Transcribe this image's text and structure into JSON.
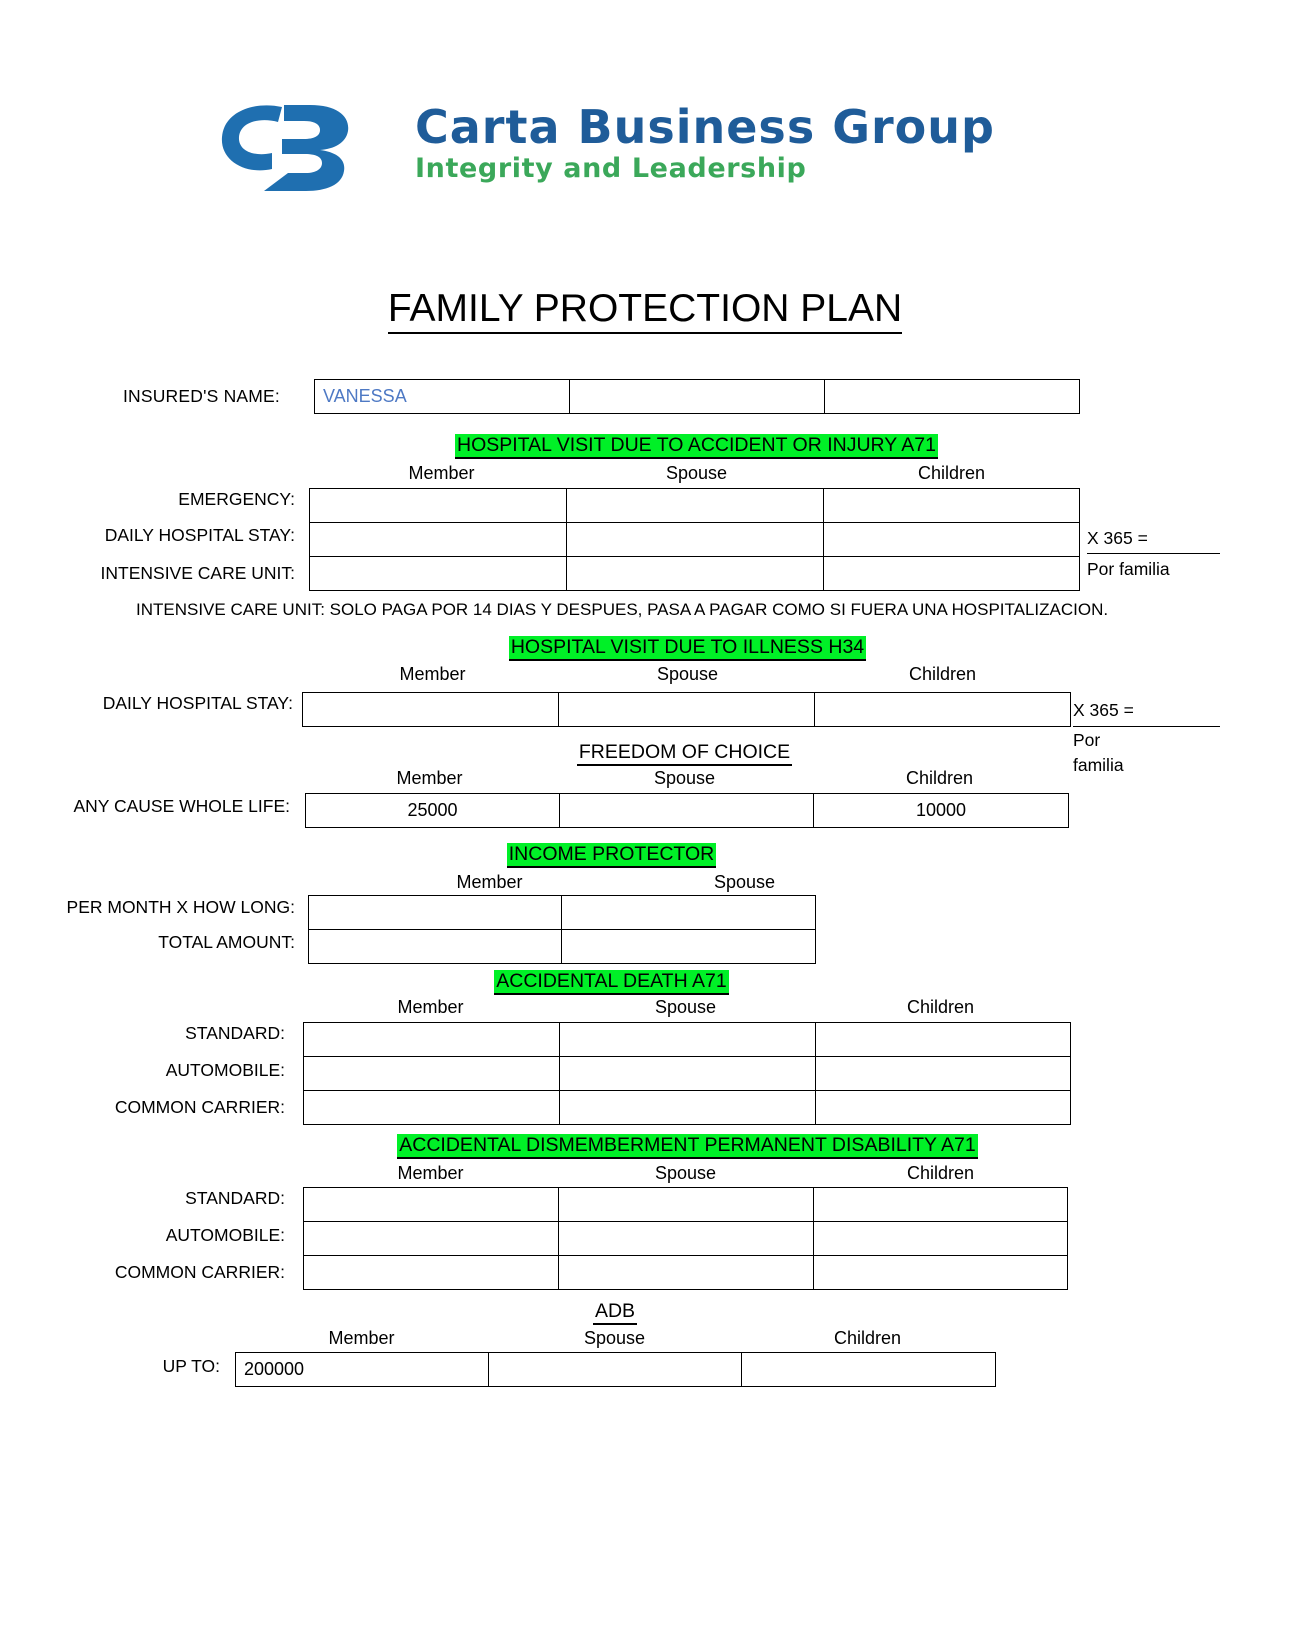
{
  "brand": {
    "name": "Carta Business Group",
    "tagline": "Integrity and Leadership",
    "logo_icon": "cb-monogram-logo",
    "blue": "#1F5C99",
    "green": "#3BA85A"
  },
  "document": {
    "title": "FAMILY PROTECTION PLAN",
    "highlight_color": "#00F027",
    "value_color": "#4E79C4"
  },
  "insured": {
    "label": "INSURED'S NAME:",
    "value": "VANESSA",
    "cells": [
      "VANESSA",
      "",
      ""
    ]
  },
  "column_headers": {
    "member": "Member",
    "spouse": "Spouse",
    "children": "Children"
  },
  "annotations": {
    "x365": "X 365 =",
    "por_familia": "Por familia",
    "por": "Por",
    "familia": "familia"
  },
  "sections": [
    {
      "id": "accident",
      "title": "HOSPITAL VISIT DUE TO ACCIDENT OR INJURY A71",
      "highlighted": true,
      "headers": [
        "Member",
        "Spouse",
        "Children"
      ],
      "rows": [
        {
          "label": "EMERGENCY:",
          "values": [
            "",
            "",
            ""
          ]
        },
        {
          "label": "DAILY HOSPITAL STAY:",
          "values": [
            "",
            "",
            ""
          ]
        },
        {
          "label": "INTENSIVE CARE UNIT:",
          "values": [
            "",
            "",
            ""
          ]
        }
      ]
    },
    {
      "id": "illness",
      "title": "HOSPITAL VISIT DUE TO ILLNESS H34",
      "highlighted": true,
      "headers": [
        "Member",
        "Spouse",
        "Children"
      ],
      "rows": [
        {
          "label": "DAILY HOSPITAL STAY:",
          "values": [
            "",
            "",
            ""
          ]
        }
      ]
    },
    {
      "id": "freedom",
      "title": "FREEDOM OF CHOICE",
      "highlighted": false,
      "headers": [
        "Member",
        "Spouse",
        "Children"
      ],
      "rows": [
        {
          "label": "ANY CAUSE WHOLE LIFE:",
          "values": [
            "25000",
            "",
            "10000"
          ]
        }
      ]
    },
    {
      "id": "income",
      "title": "INCOME PROTECTOR",
      "highlighted": true,
      "headers": [
        "Member",
        "Spouse"
      ],
      "rows": [
        {
          "label": "PER MONTH X HOW LONG:",
          "values": [
            "",
            ""
          ]
        },
        {
          "label": "TOTAL AMOUNT:",
          "values": [
            "",
            ""
          ]
        }
      ]
    },
    {
      "id": "accidental-death",
      "title": "ACCIDENTAL DEATH A71",
      "highlighted": true,
      "headers": [
        "Member",
        "Spouse",
        "Children"
      ],
      "rows": [
        {
          "label": "STANDARD:",
          "values": [
            "",
            "",
            ""
          ]
        },
        {
          "label": "AUTOMOBILE:",
          "values": [
            "",
            "",
            ""
          ]
        },
        {
          "label": "COMMON CARRIER:",
          "values": [
            "",
            "",
            ""
          ]
        }
      ]
    },
    {
      "id": "dismemberment",
      "title": "ACCIDENTAL DISMEMBERMENT PERMANENT DISABILITY A71",
      "highlighted": true,
      "headers": [
        "Member",
        "Spouse",
        "Children"
      ],
      "rows": [
        {
          "label": "STANDARD:",
          "values": [
            "",
            "",
            ""
          ]
        },
        {
          "label": "AUTOMOBILE:",
          "values": [
            "",
            "",
            ""
          ]
        },
        {
          "label": "COMMON CARRIER:",
          "values": [
            "",
            "",
            ""
          ]
        }
      ]
    },
    {
      "id": "adb",
      "title": "ADB",
      "highlighted": false,
      "headers": [
        "Member",
        "Spouse",
        "Children"
      ],
      "rows": [
        {
          "label": "UP TO:",
          "values": [
            "200000",
            "",
            ""
          ]
        }
      ]
    }
  ],
  "notes": {
    "icu": "INTENSIVE CARE UNIT: SOLO PAGA  POR 14 DIAS Y DESPUES, PASA A PAGAR COMO SI FUERA UNA HOSPITALIZACION."
  }
}
